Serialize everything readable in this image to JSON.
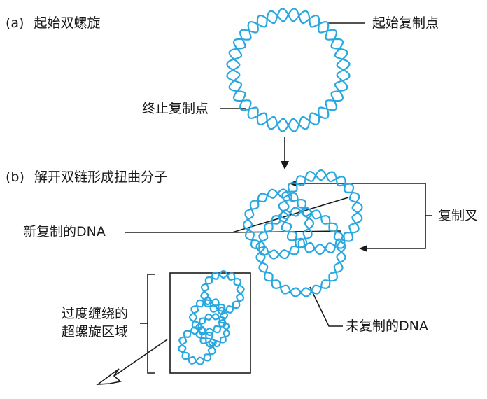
{
  "panels": {
    "a": {
      "label": "(a)",
      "title": "起始双螺旋",
      "origin_label": "起始复制点",
      "terminus_label": "终止复制点"
    },
    "b": {
      "label": "(b)",
      "title": "解开双链形成扭曲分子",
      "new_dna_label": "新复制的DNA",
      "fork_label": "复制叉",
      "unreplicated_label": "未复制的DNA",
      "supercoil_label_line1": "过度缠绕的",
      "supercoil_label_line2": "超螺旋区域"
    }
  },
  "colors": {
    "dna_strand": "#29a8e0",
    "line": "#1a1a1a",
    "background": "#ffffff"
  }
}
